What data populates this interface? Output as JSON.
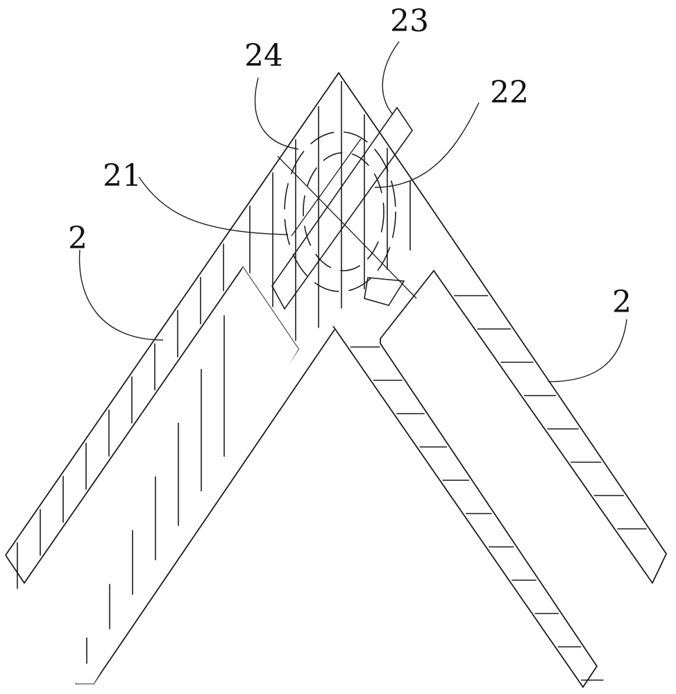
{
  "labels": {
    "top_small_block": "23",
    "circle_outer": "24",
    "circle_inner": "22",
    "pivot": "21",
    "left_arm": "2",
    "right_arm": "2"
  },
  "colors": {
    "stroke": "#1a1a1a",
    "background": "#ffffff"
  }
}
